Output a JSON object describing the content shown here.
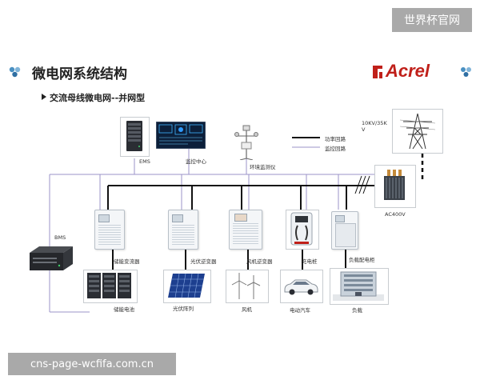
{
  "watermarks": {
    "top": "世界杯官网",
    "bottom": "cns-page-wcfifa.com.cn"
  },
  "header": {
    "title": "微电网系统结构",
    "subtitle": "交流母线微电网--并网型",
    "brand": "Acrel"
  },
  "legend": {
    "power": "功率回路",
    "monitor": "监控回路"
  },
  "colors": {
    "bus": "#111111",
    "monitor": "#9b93c8",
    "brand": "#c0201a"
  },
  "nodes": {
    "ems": "EMS",
    "monitor_center": "监控中心",
    "env_monitor": "环境监测仪",
    "grid_voltage": "10KV/35K V",
    "transformer": "AC400V",
    "bms": "BMS",
    "storage_pcs": "储能变流器",
    "pv_inverter": "光伏逆变器",
    "wind_converter": "风机逆变器",
    "charger": "充电桩",
    "load_cabinet": "负载配电柜",
    "battery": "储能电池",
    "pv_array": "光伏阵列",
    "wind_turbine": "风机",
    "ev": "电动汽车",
    "load": "负载"
  },
  "icons": [
    "server-rack-icon",
    "dashboard-screen-icon",
    "weather-station-icon",
    "transmission-tower-icon",
    "transformer-icon",
    "bms-box-icon",
    "cabinet-icon",
    "charger-icon",
    "battery-icon",
    "solar-panel-icon",
    "wind-turbine-icon",
    "car-icon",
    "building-icon"
  ]
}
